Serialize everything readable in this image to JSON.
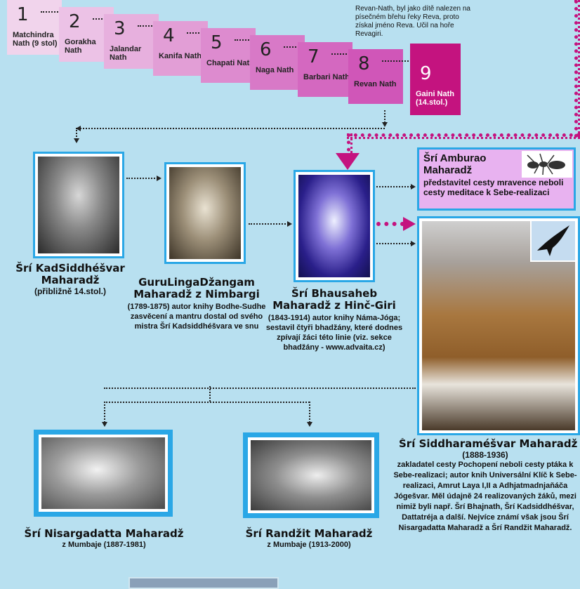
{
  "lineage": [
    {
      "num": "1",
      "name": "Matchindra Nath (9 stol)"
    },
    {
      "num": "2",
      "name": "Gorakha Nath"
    },
    {
      "num": "3",
      "name": "Jalandar Nath"
    },
    {
      "num": "4",
      "name": "Kanifa Nath"
    },
    {
      "num": "5",
      "name": "Chapati Nath"
    },
    {
      "num": "6",
      "name": "Naga Nath"
    },
    {
      "num": "7",
      "name": "Barbari Nath"
    },
    {
      "num": "8",
      "name": "Revan Nath"
    },
    {
      "num": "9",
      "name": "Gaini Nath (14.stol.)"
    }
  ],
  "revan_note": "Revan-Nath, byl jako dítě nalezen na písečném břehu řeky Reva, proto získal jméno Reva. Učil na hoře Revagiri.",
  "amburao": {
    "title": "Šrí Amburao Maharadž",
    "desc": "představitel cesty mravence neboli cesty meditace k Sebe-realizaci",
    "icon": "ant-icon"
  },
  "kadsiddheshvar": {
    "title": "Šrí KadSiddhéšvar Maharadž",
    "sub": "(přibližně 14.stol.)"
  },
  "gurulinga": {
    "title": "GuruLingaDžangam Maharadž z Nimbargi",
    "sub": "(1789-1875) autor knihy Bodhe-Sudhe zasvěcení a mantru dostal od svého mistra Šrí Kadsiddhéšvara ve snu"
  },
  "bhausaheb": {
    "title": "Šrí Bhausaheb Maharadž z Hinč-Giri",
    "sub": "(1843-1914) autor knihy Náma-Jóga; sestavil čtyři bhadžány, které dodnes zpívají žáci této linie (viz. sekce bhadžány - www.advaita.cz)"
  },
  "siddharameshvar": {
    "title": "Šrí Siddharaméšvar Maharadž z Patri",
    "years": "(1888-1936)",
    "sub": "zakladatel cesty Pochopení neboli cesty ptáka k Sebe-realizaci; autor knih Universální Klíč k Sebe-realizaci, Amrut Laya I,II a Adhjatmadnjaňáča Jógešvar. Měl údajně 24 realizovaných žáků, mezi nimiž byli např. Šrí Bhajnath, Šrí Kadsiddhéšvar, Dattatréja a další. Nejvíce známí však jsou Šrí Nisargadatta Maharadž a Šrí Randžit Maharadž.",
    "icon": "bird-icon"
  },
  "nisargadatta": {
    "title": "Šrí Nisargadatta Maharadž",
    "sub": "z Mumbaje (1887-1981)"
  },
  "randzit": {
    "title": "Šrí Randžit Maharadž",
    "sub": "z Mumbaje (1913-2000)"
  }
}
